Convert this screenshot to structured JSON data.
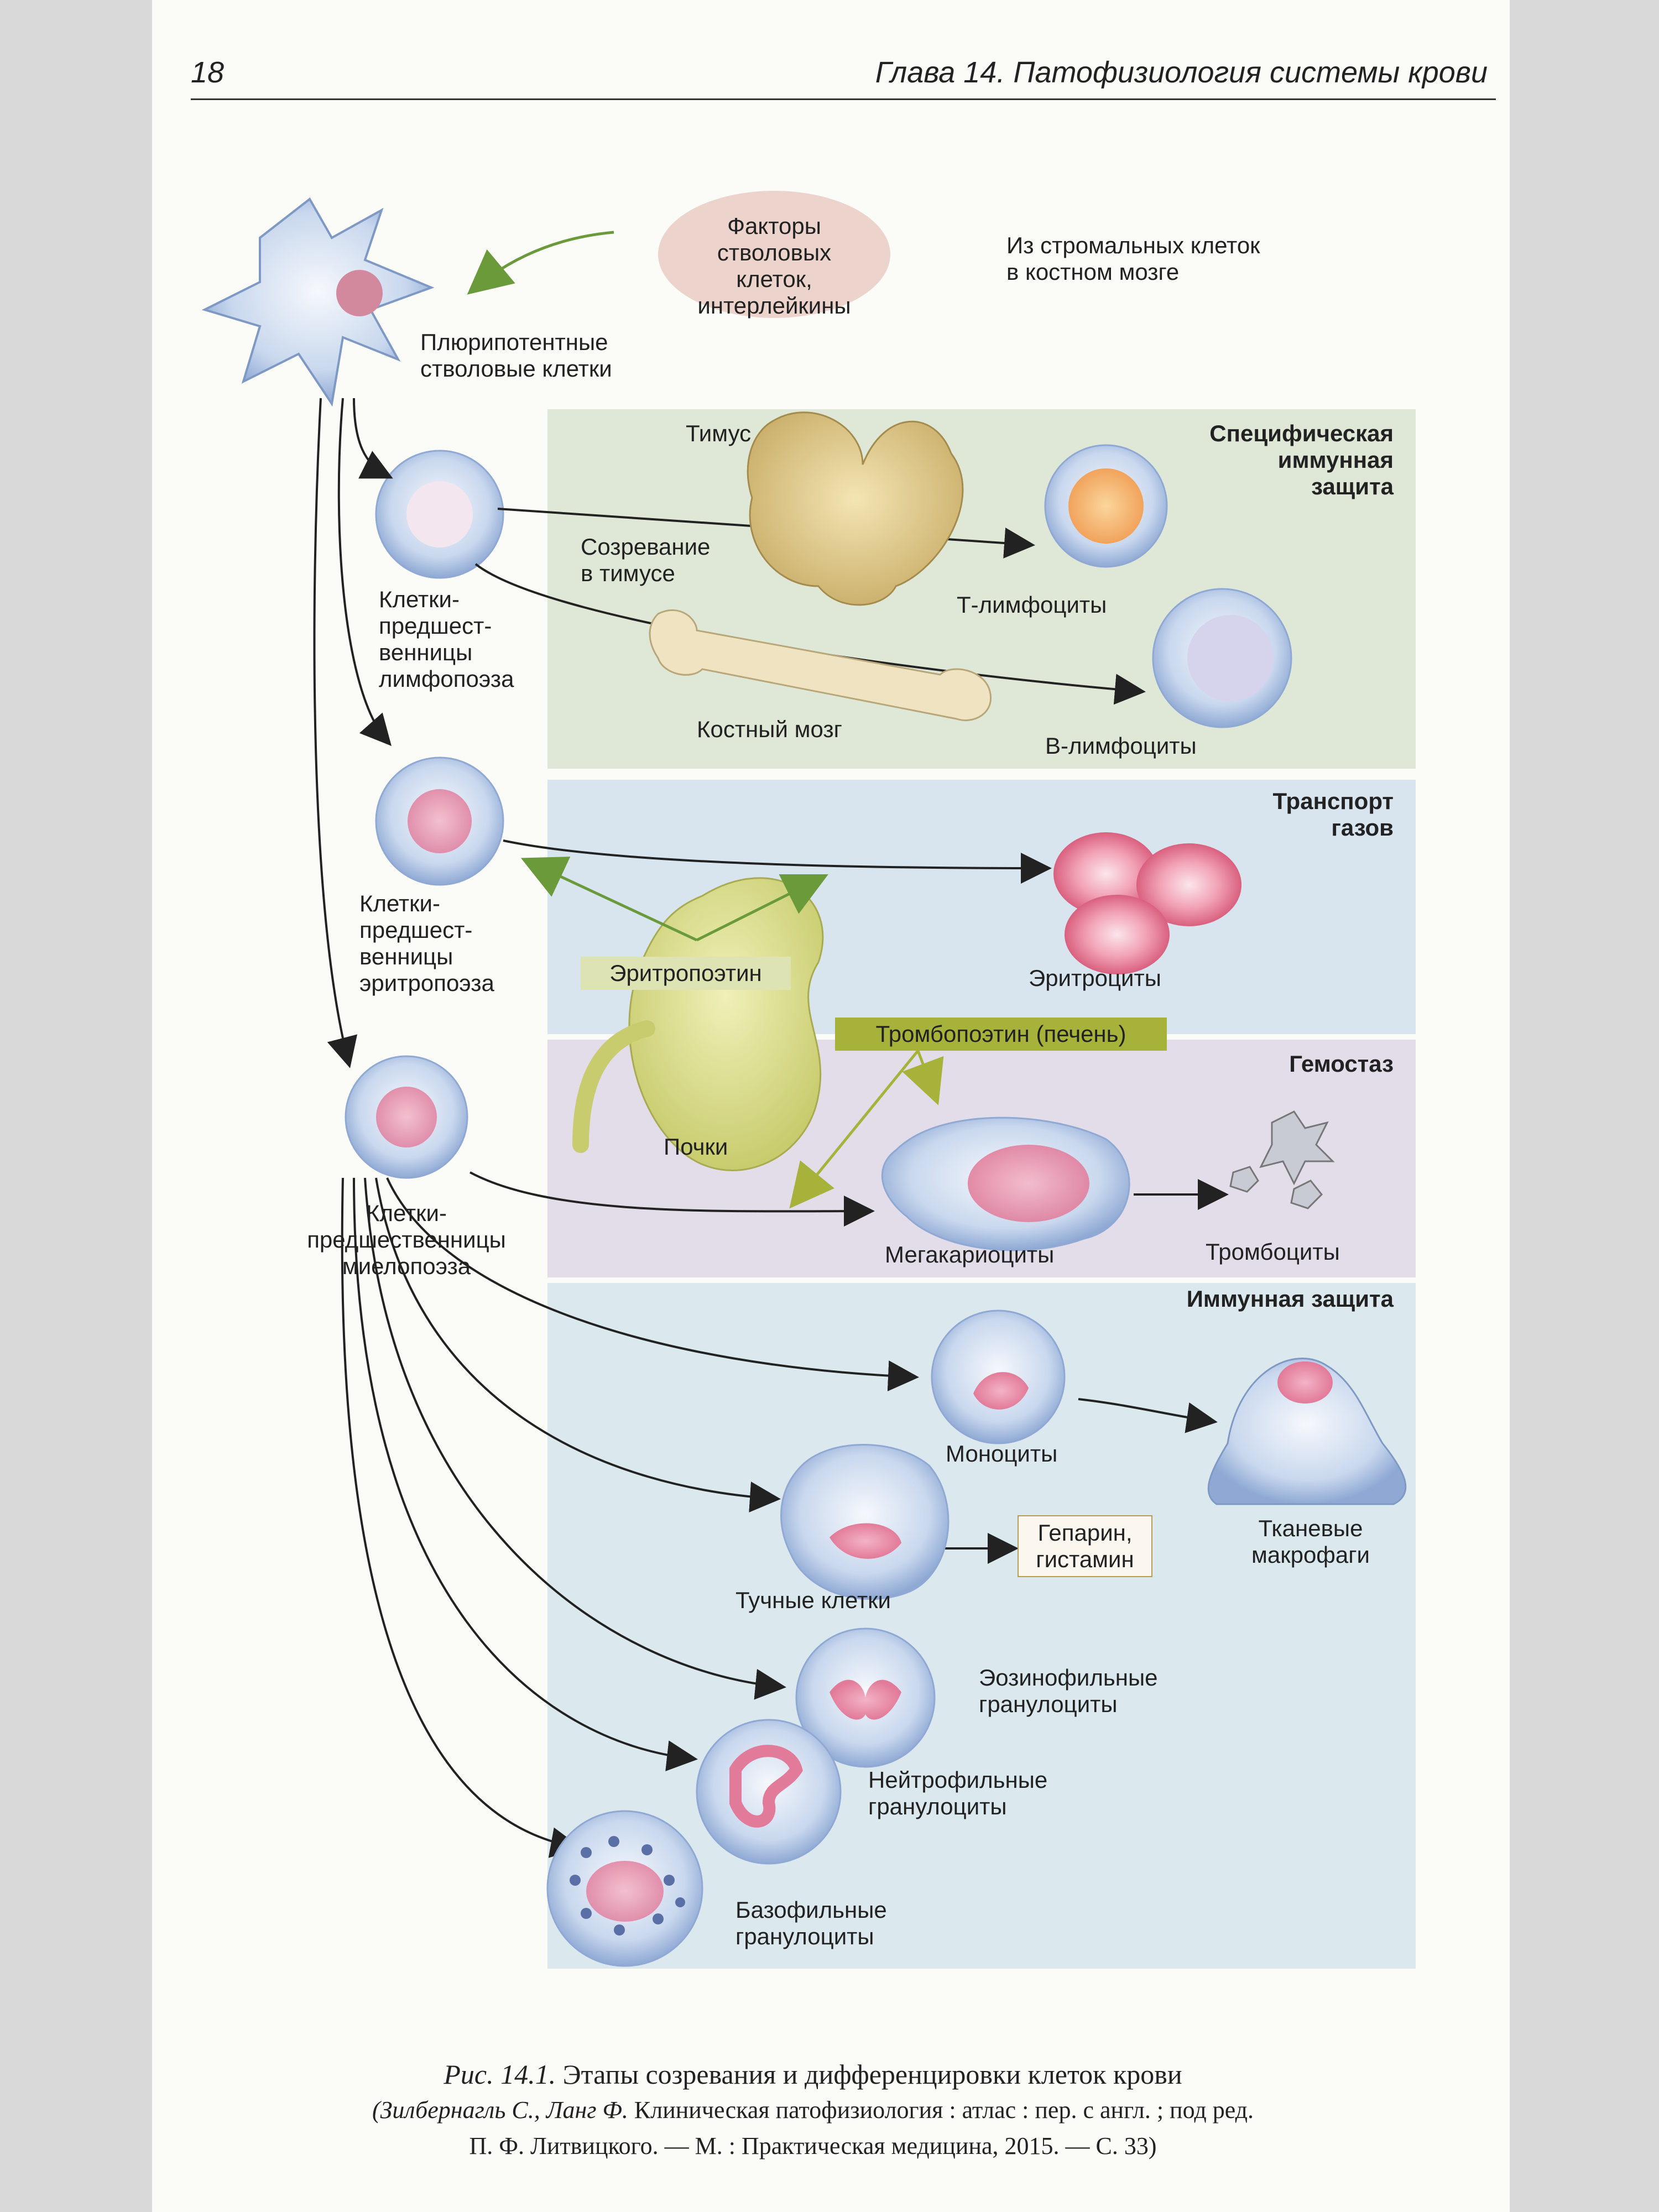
{
  "header": {
    "page_number": "18",
    "chapter_title": "Глава 14. Патофизиология системы крови"
  },
  "figure": {
    "stem": {
      "factors": "Факторы\nстволовых клеток,\nинтерлейкины",
      "factors_source": "Из стромальных клеток\nв костном мозге",
      "pluripotent": "Плюрипотентные\nстволовые клетки"
    },
    "panels": {
      "immune_specific": "Специфическая\nиммунная\nзащита",
      "gas_transport": "Транспорт\nгазов",
      "hemostasis": "Гемостаз",
      "immune": "Иммунная защита"
    },
    "labels": {
      "thymus": "Тимус",
      "thymus_maturation": "Созревание\nв тимусе",
      "lymph_precursors": "Клетки-\nпредшест-\nвенницы\nлимфопоэза",
      "t_lymph": "Т-лимфоциты",
      "bone_marrow": "Костный мозг",
      "b_lymph": "В-лимфоциты",
      "ery_precursors": "Клетки-\nпредшест-\nвенницы\nэритропоэза",
      "erythropoietin": "Эритропоэтин",
      "erythrocytes": "Эритроциты",
      "thrombopoietin": "Тромбопоэтин (печень)",
      "kidneys": "Почки",
      "myelo_precursors": "Клетки-\nпредшественницы\nмиелопоэза",
      "megakaryocytes": "Мегакариоциты",
      "thrombocytes": "Тромбоциты",
      "monocytes": "Моноциты",
      "tissue_macrophages": "Тканевые\nмакрофаги",
      "heparin": "Гепарин,\nгистамин",
      "mast_cells": "Тучные клетки",
      "eosinophils": "Эозинофильные\nгранулоциты",
      "neutrophils": "Нейтрофильные\nгранулоциты",
      "basophils": "Базофильные\nгранулоциты"
    },
    "colors": {
      "panel_green": "#dfe8d6",
      "panel_blue": "#d9e6ef",
      "panel_purple": "#e2dde9",
      "panel_immune": "#dbe9ef",
      "factor_bubble": "#ecd4cc",
      "epo_box": "#dde3b3",
      "tpo_box": "#a6b23a",
      "green_arrow": "#6a9a3a",
      "cell_blue": "#b9cde6",
      "cell_pink": "#e48aa6"
    }
  },
  "caption": {
    "fig_label": "Рис. 14.1.",
    "fig_title": " Этапы созревания и дифференцировки клеток крови",
    "ref_authors": "(Зилбернагль С., Ланг Ф.",
    "ref_rest": " Клиническая патофизиология : атлас : пер. с англ. ; под ред.",
    "ref_line2": "П. Ф. Литвицкого. — М. : Практическая медицина, 2015. — С. 33)"
  }
}
